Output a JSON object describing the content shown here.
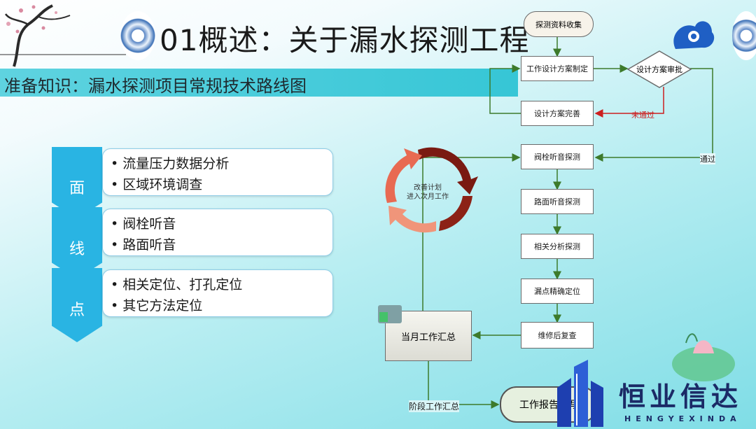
{
  "title": "01概述：关于漏水探测工程",
  "subtitle": "准备知识：漏水探测项目常规技术路线图",
  "levels": [
    {
      "label": "面",
      "items": [
        "• 流量压力数据分析",
        "• 区域环境调查"
      ]
    },
    {
      "label": "线",
      "items": [
        "• 阀栓听音",
        "• 路面听音"
      ]
    },
    {
      "label": "点",
      "items": [
        "• 相关定位、打孔定位",
        "• 其它方法定位"
      ]
    }
  ],
  "flow": {
    "collect": "探测资料收集",
    "design": "工作设计方案制定",
    "approve": "设计方案审批",
    "improve": "设计方案完善",
    "not_passed": "未通过",
    "passed": "通过",
    "steps": [
      "阀栓听音探测",
      "路面听音探测",
      "相关分析探测",
      "漏点精确定位",
      "维修后复查"
    ],
    "monthly": "当月工作汇总",
    "cycle": "改善计划\n进入次月工作",
    "stage": "阶段工作汇总",
    "report": "工作报告编写"
  },
  "logo": {
    "name": "恒业信达",
    "pinyin": "HENGYEXINDA"
  },
  "colors": {
    "chevron": "#29b4e3",
    "arrow": "#3d7a2b",
    "red_arrow": "#cc1f1f",
    "cycle_dark": "#7a1a12",
    "cycle_light": "#f0957a"
  }
}
